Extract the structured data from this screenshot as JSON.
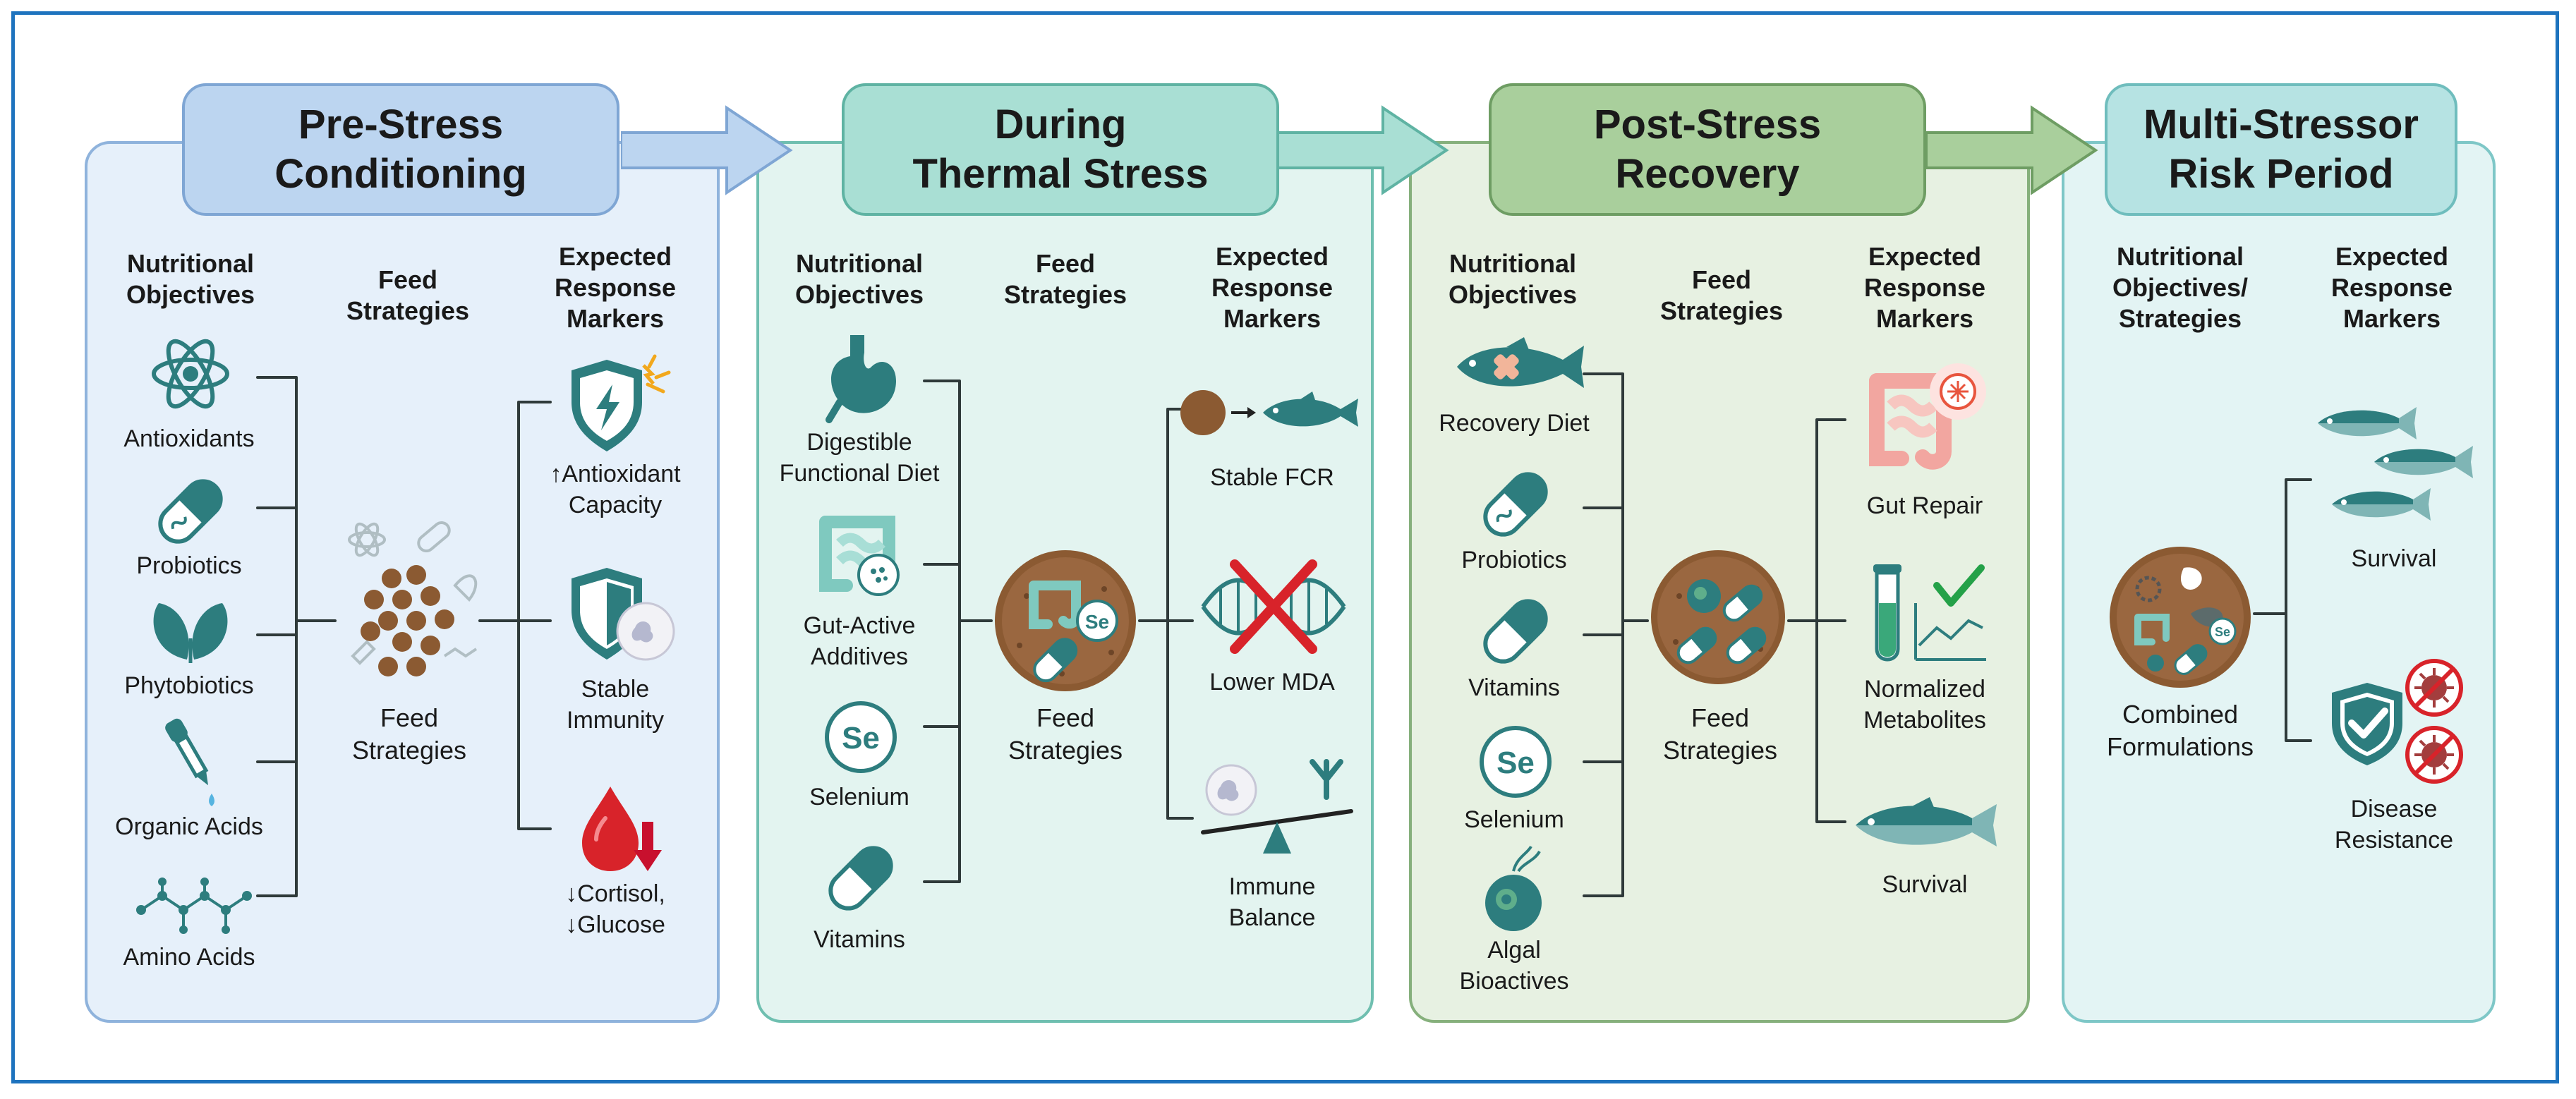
{
  "stages": [
    {
      "title_l1": "Pre-Stress",
      "title_l2": "Conditioning",
      "col1_l1": "Nutritional",
      "col1_l2": "Objectives",
      "col2_l1": "Feed",
      "col2_l2": "Strategies",
      "col3_l1": "Expected",
      "col3_l2": "Response",
      "col3_l3": "Markers",
      "objectives": [
        "Antioxidants",
        "Probiotics",
        "Phytobiotics",
        "Organic Acids",
        "Amino Acids"
      ],
      "center_l1": "Feed",
      "center_l2": "Strategies",
      "markers": [
        {
          "l1": "↑Antioxidant",
          "l2": "Capacity"
        },
        {
          "l1": "Stable",
          "l2": "Immunity"
        },
        {
          "l1": "↓Cortisol,",
          "l2": "↓Glucose"
        }
      ],
      "icons": [
        "atom-icon",
        "capsule-icon",
        "leaf-icon",
        "dropper-icon",
        "molecule-icon",
        "feed-pellets-icon",
        "shield-lightning-icon",
        "shield-cell-icon",
        "blood-drop-down-icon"
      ]
    },
    {
      "title_l1": "During",
      "title_l2": "Thermal Stress",
      "col1_l1": "Nutritional",
      "col1_l2": "Objectives",
      "col2_l1": "Feed",
      "col2_l2": "Strategies",
      "col3_l1": "Expected",
      "col3_l2": "Response",
      "col3_l3": "Markers",
      "objectives": [
        {
          "l1": "Digestible",
          "l2": "Functional Diet"
        },
        {
          "l1": "Gut-Active",
          "l2": "Additives"
        },
        {
          "l1": "Selenium",
          "l2": ""
        },
        {
          "l1": "Vitamins",
          "l2": ""
        }
      ],
      "se_symbol": "Se",
      "center_l1": "Feed",
      "center_l2": "Strategies",
      "markers": [
        {
          "l1": "Stable FCR",
          "l2": ""
        },
        {
          "l1": "Lower MDA",
          "l2": ""
        },
        {
          "l1": "Immune",
          "l2": "Balance"
        }
      ],
      "icons": [
        "stomach-icon",
        "intestine-icon",
        "selenium-icon",
        "capsule-icon",
        "feed-bowl-icon",
        "pellet-to-fish-icon",
        "dna-crossed-icon",
        "immune-balance-icon"
      ]
    },
    {
      "title_l1": "Post-Stress",
      "title_l2": "Recovery",
      "col1_l1": "Nutritional",
      "col1_l2": "Objectives",
      "col2_l1": "Feed",
      "col2_l2": "Strategies",
      "col3_l1": "Expected",
      "col3_l2": "Response",
      "col3_l3": "Markers",
      "objectives": [
        {
          "l1": "Recovery Diet",
          "l2": ""
        },
        {
          "l1": "Probiotics",
          "l2": ""
        },
        {
          "l1": "Vitamins",
          "l2": ""
        },
        {
          "l1": "Selenium",
          "l2": ""
        },
        {
          "l1": "Algal",
          "l2": "Bioactives"
        }
      ],
      "se_symbol": "Se",
      "center_l1": "Feed",
      "center_l2": "Strategies",
      "markers": [
        {
          "l1": "Gut Repair",
          "l2": ""
        },
        {
          "l1": "Normalized",
          "l2": "Metabolites"
        },
        {
          "l1": "Survival",
          "l2": ""
        }
      ],
      "icons": [
        "fish-bandage-icon",
        "capsule-icon",
        "capsule-icon",
        "selenium-icon",
        "algae-cell-icon",
        "feed-bowl-icon",
        "gut-repair-icon",
        "test-tube-chart-icon",
        "fish-icon"
      ]
    },
    {
      "title_l1": "Multi-Stressor",
      "title_l2": "Risk Period",
      "col1_l1": "Nutritional",
      "col1_l2": "Objectives/",
      "col1_l3": "Strategies",
      "col2_l1": "Expected",
      "col2_l2": "Response",
      "col2_l3": "Markers",
      "center_l1": "Combined",
      "center_l2": "Formulations",
      "se_symbol": "Se",
      "markers": [
        {
          "l1": "Survival",
          "l2": ""
        },
        {
          "l1": "Disease",
          "l2": "Resistance"
        }
      ],
      "icons": [
        "combined-feed-icon",
        "fish-school-icon",
        "shield-check-icon",
        "pathogen-blocked-icon"
      ]
    }
  ],
  "colors": {
    "stage1_fill": "#e6f0fa",
    "stage1_border": "#8fb3dc",
    "stage1_header": "#bcd5f0",
    "stage2_fill": "#e3f4f0",
    "stage2_border": "#6fbfb0",
    "stage2_header": "#a9dfd4",
    "stage3_fill": "#e7f1e2",
    "stage3_border": "#86b07c",
    "stage3_header": "#a9cf9c",
    "stage4_fill": "#e3f4f4",
    "stage4_border": "#7ec7c7",
    "stage4_header": "#b6e3e3",
    "teal": "#2d7d7e",
    "pellet": "#8b5a32"
  }
}
